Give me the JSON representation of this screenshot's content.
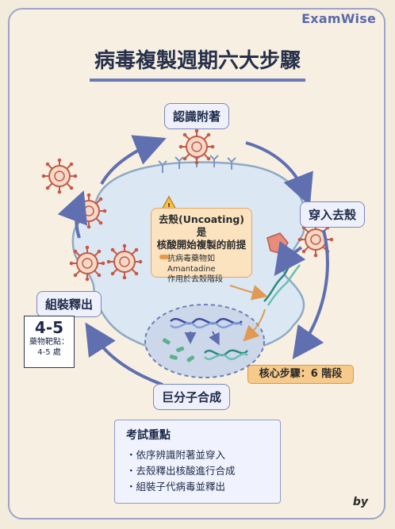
{
  "brand": "ExamWise",
  "title": "病毒複製週期六大步驟",
  "steps": {
    "attach": "認識附著",
    "penetrate": "穿入去殼",
    "synthesis": "巨分子合成",
    "release": "組裝釋出"
  },
  "note": {
    "main_line1": "去殼(Uncoating)是",
    "main_line2": "核酸開始複製的前提",
    "sub_line1": "抗病毒藥物如",
    "sub_line2": "Amantadine",
    "sub_line3": "作用於去殼階段"
  },
  "side_stat": {
    "number": "4-5",
    "line1": "藥物靶點：",
    "line2": "4-5 處"
  },
  "core": "核心步驟：6 階段",
  "exam": {
    "title": "考試重點",
    "items": [
      "依序辨識附著並穿入",
      "去殼釋出核酸進行合成",
      "組裝子代病毒並釋出"
    ]
  },
  "byline": "by",
  "colors": {
    "accent": "#6a7ab8",
    "cell": "#dbe8f3",
    "virus": "#d9675a",
    "note": "#fbe3c0"
  },
  "icons": [
    "warning-icon",
    "pill-icon",
    "virus-icon",
    "dna-icon"
  ]
}
